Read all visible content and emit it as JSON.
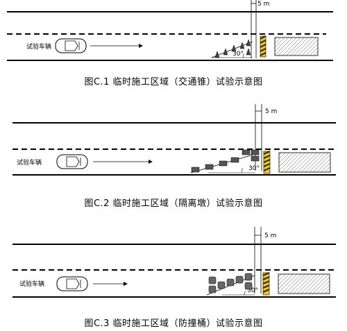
{
  "panels": [
    {
      "id": "c1",
      "caption": "图C.1 临时施工区域（交通锥）试验示意图",
      "vehicle_label": "试验车辆",
      "distance_label": "5 m",
      "angle_label": "30°",
      "device": "traffic-cone"
    },
    {
      "id": "c2",
      "caption": "图C.2 临时施工区域（隔离墩）试验示意图",
      "vehicle_label": "试验车辆",
      "distance_label": "5 m",
      "angle_label": "30°",
      "device": "barrier-block"
    },
    {
      "id": "c3",
      "caption": "图C.3 临时施工区域（防撞桶）试验示意图",
      "vehicle_label": "试验车辆",
      "distance_label": "5 m",
      "angle_label": "30°",
      "device": "crash-barrel"
    }
  ],
  "colors": {
    "line": "#000000",
    "hatch": "#777777",
    "sign_yellow": "#f0c419",
    "sign_dark": "#222222"
  }
}
